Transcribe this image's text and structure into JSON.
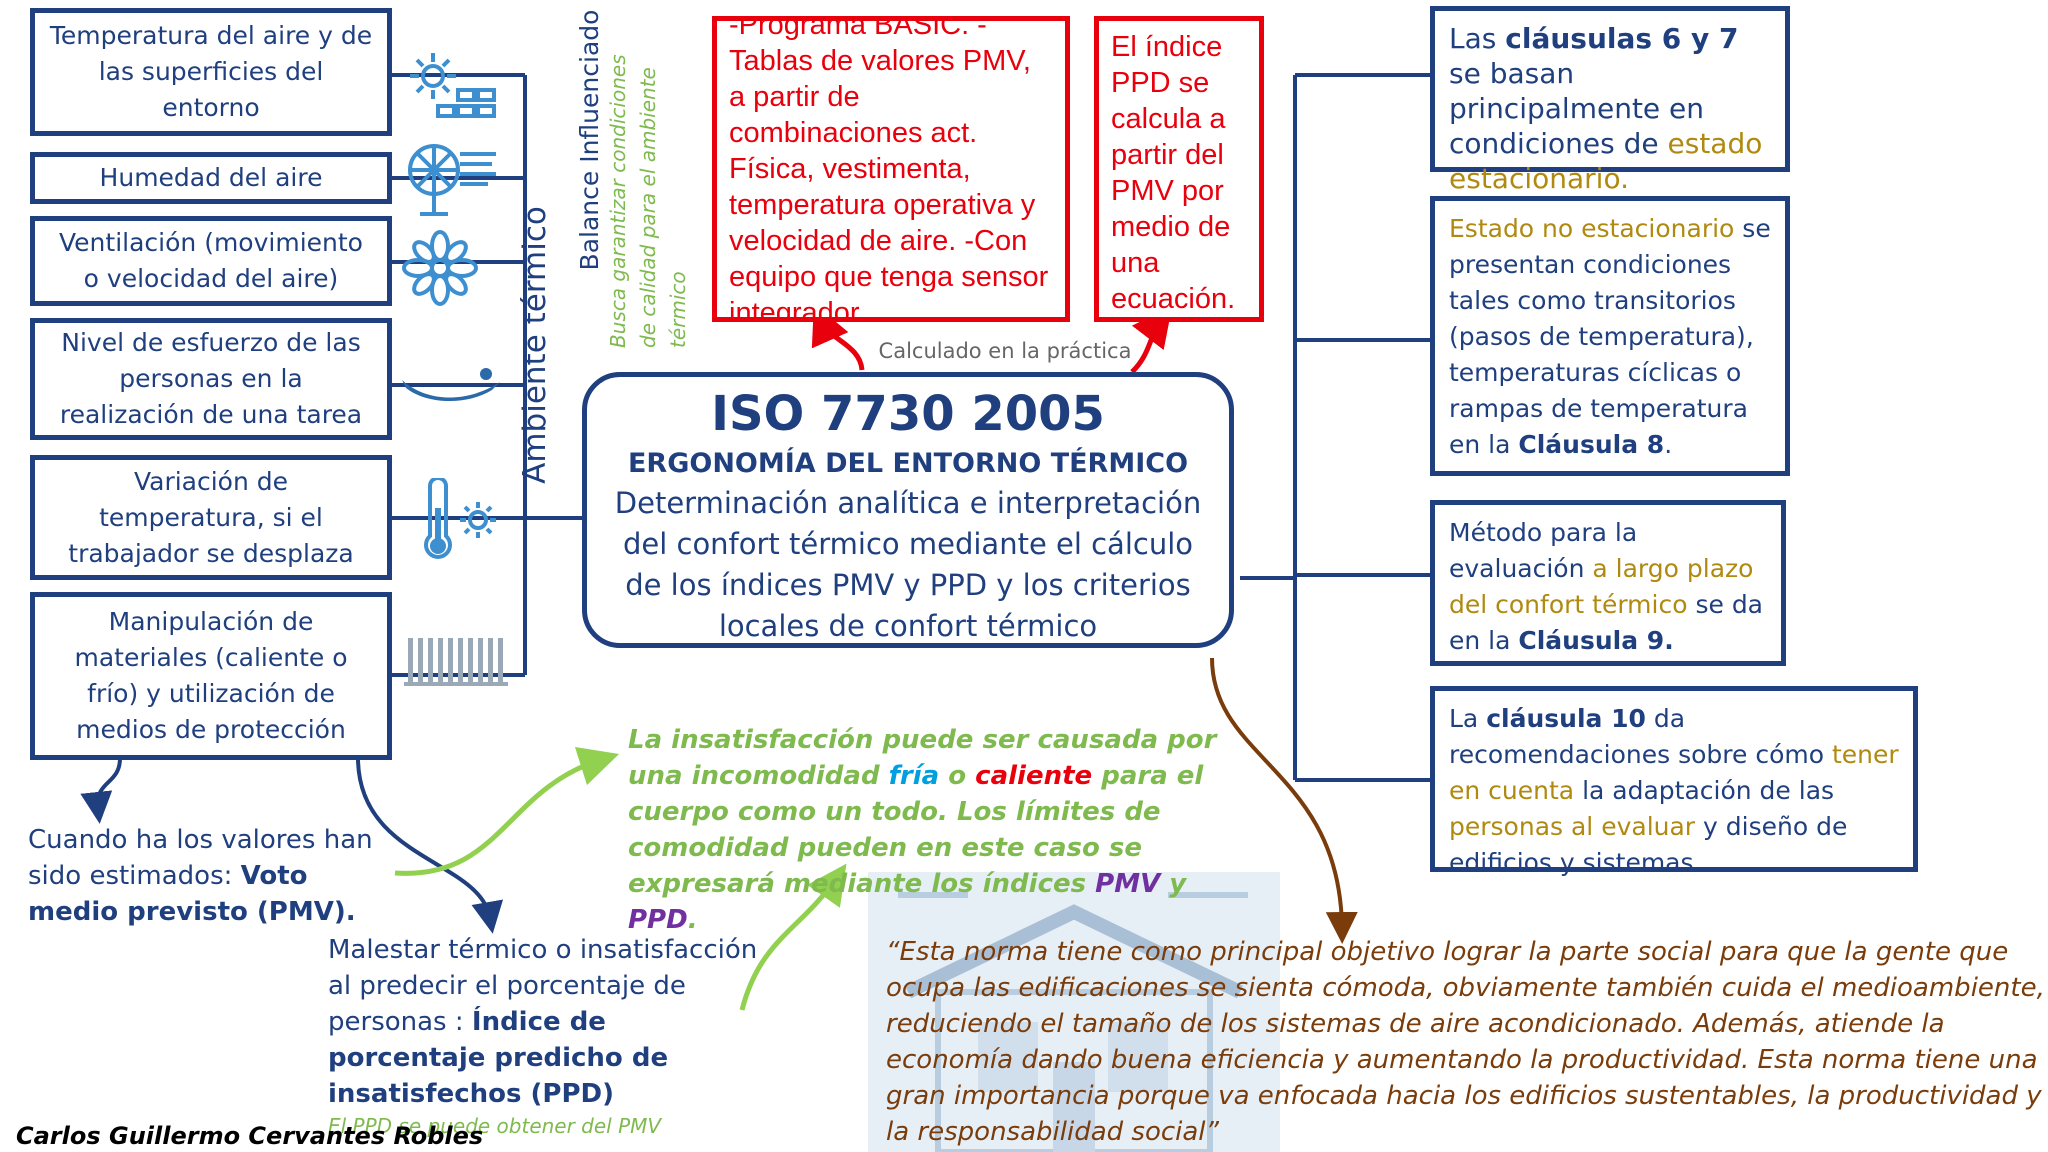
{
  "left_boxes": [
    "Temperatura del aire y de las superficies del entorno",
    "Humedad del aire",
    "Ventilación (movimiento o velocidad del aire)",
    "Nivel de esfuerzo de las personas en la realización de una tarea",
    "Variación de temperatura, si el trabajador se desplaza",
    "Manipulación de materiales (caliente o frío) y utilización de medios de protección"
  ],
  "vertical_labels": {
    "ambiente": "Ambiente térmico",
    "balance": "Balance  Influenciado",
    "busca": "Busca garantizar condiciones de calidad para el ambiente térmico"
  },
  "red_boxes": {
    "left": "-Programa BASIC. -Tablas de valores PMV, a partir de combinaciones act. Física, vestimenta, temperatura operativa y velocidad de aire. -Con equipo que tenga sensor integrador.",
    "right": "El índice PPD se calcula a partir del PMV por medio de una ecuación."
  },
  "calculado": "Calculado en la práctica",
  "center": {
    "title": "ISO 7730 2005",
    "subtitle": "ERGONOMÍA DEL ENTORNO TÉRMICO",
    "body": "Determinación analítica e interpretación del confort térmico mediante el cálculo de los índices PMV y PPD y los criterios locales de confort térmico"
  },
  "right_boxes": {
    "r1": {
      "a": "Las ",
      "b": "cláusulas 6 y 7",
      "c": " se basan principalmente en condiciones de ",
      "d": "estado estacionario",
      "e": "."
    },
    "r2": {
      "a": "Estado no estacionario",
      "b": " se presentan condiciones tales como transitorios (pasos de temperatura), temperaturas cíclicas o rampas de temperatura en la ",
      "c": "Cláusula 8",
      "d": "."
    },
    "r3": {
      "a": "Método para la evaluación ",
      "b": "a largo plazo del confort térmico",
      "c": " se da en la ",
      "d": "Cláusula 9."
    },
    "r4": {
      "a": "La ",
      "b": "cláusula 10",
      "c": " da recomendaciones sobre cómo ",
      "d": "tener en cuenta",
      "e": " la adaptación de las ",
      "f": "personas al evaluar",
      "g": " y diseño de edificios y sistemas."
    }
  },
  "pmv_text": {
    "a": "Cuando ha los valores han sido estimados: ",
    "b": "Voto medio previsto (PMV)."
  },
  "ppd_text": {
    "a": "Malestar térmico o insatisfacción al predecir el porcentaje de personas : ",
    "b": "Índice de porcentaje predicho de insatisfechos (PPD)",
    "c": "El PPD se puede obtener del PMV"
  },
  "green_text": {
    "a": "La insatisfacción puede ser causada por una incomodidad ",
    "fria": "fría",
    "o": " o ",
    "caliente": "caliente",
    "b": " para el cuerpo como un todo. Los límites de comodidad pueden en este caso se expresará mediante los índices ",
    "pmv": "PMV",
    "y": " y ",
    "ppd": "PPD",
    "dot": "."
  },
  "quote": "“Esta norma tiene como principal objetivo lograr la parte social para que la gente que ocupa las edificaciones se sienta cómoda, obviamente también cuida el medioambiente, reduciendo el tamaño de los sistemas de aire acondicionado. Además, atiende la economía dando buena eficiencia y aumentando la productividad. Esta norma tiene una gran importancia porque va enfocada hacia los edificios sustentables, la productividad y la responsabilidad social”",
  "author": "Carlos Guillermo Cervantes Robles",
  "icons": [
    "thermometer-sun-icon",
    "fan-humidity-icon",
    "ventilation-fan-icon",
    "person-lying-icon",
    "thermometer-gear-icon",
    "radiator-icon"
  ],
  "colors": {
    "navy": "#1f3f7f",
    "red": "#e8000d",
    "gold": "#b08a10",
    "green": "#7fba4e",
    "brown": "#7a3c0a",
    "icon_blue": "#3d8fd0",
    "purple": "#7030a0",
    "cyan": "#00a0e0"
  }
}
